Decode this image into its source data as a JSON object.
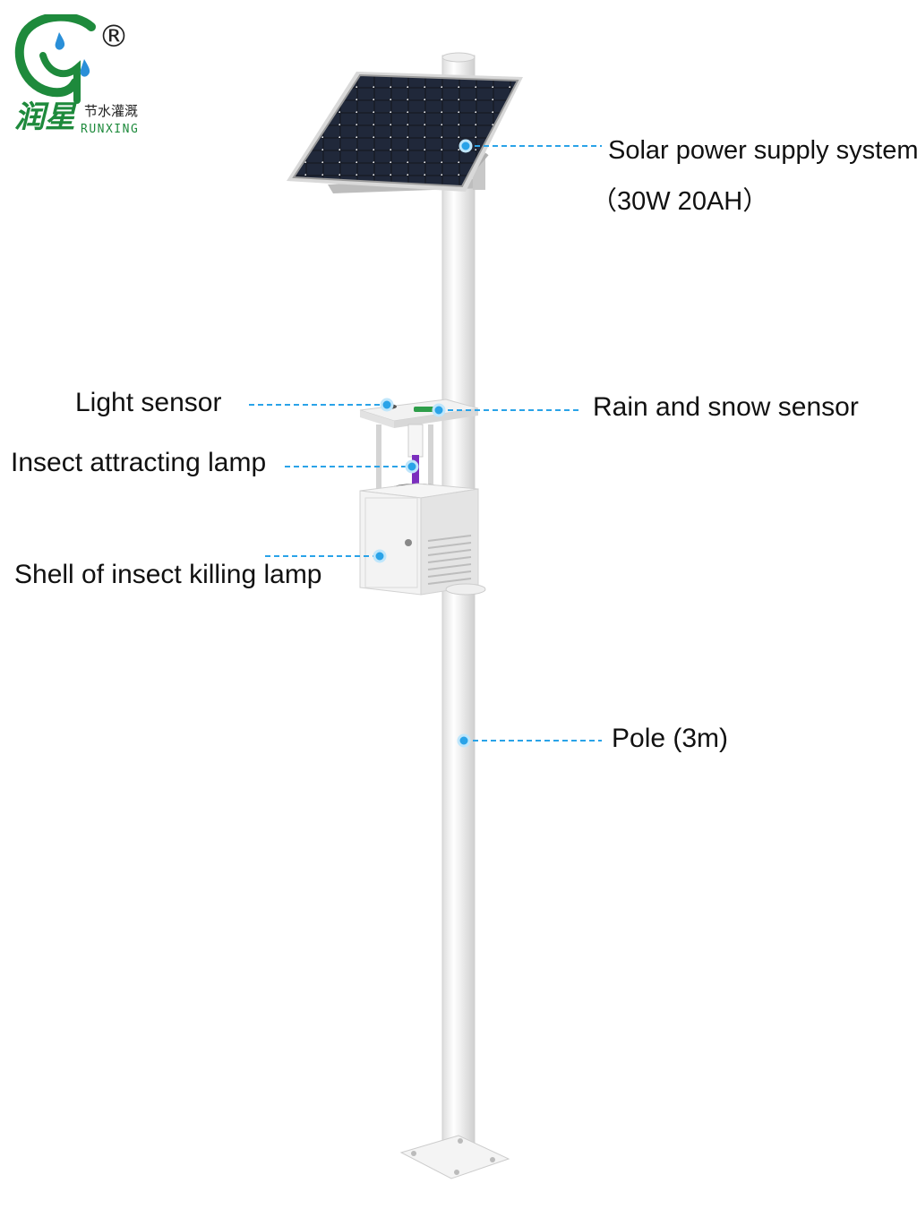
{
  "brand": {
    "name_cn": "润星",
    "tagline_cn": "节水灌溉",
    "name_en": "RUNXING",
    "registered": "®",
    "colors": {
      "green": "#1e8a3c",
      "blue": "#2a8fd8"
    }
  },
  "callouts": {
    "solar": {
      "line1": "Solar power supply system",
      "line2": "（30W 20AH）"
    },
    "light_sensor": "Light sensor",
    "rain_snow_sensor": "Rain and snow sensor",
    "insect_lamp": "Insect attracting lamp",
    "shell": "Shell of insect killing lamp",
    "pole": "Pole (3m)"
  },
  "style": {
    "callout_dot": "#2aa3e8",
    "callout_line": "#2aa3e8"
  }
}
